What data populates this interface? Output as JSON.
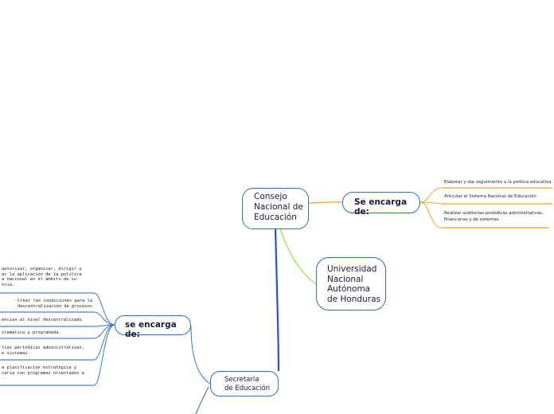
{
  "consejo": {
    "line1": "Consejo",
    "line2": "Nacional de",
    "line3": "Educación"
  },
  "encargo_right": {
    "label": "Se encarga de:"
  },
  "right_items": [
    {
      "line1": "Elaborar y dar seguimiento a la política educativa",
      "line2": ""
    },
    {
      "line1": "Articular el Sistema Nacional de Educación",
      "line2": ""
    },
    {
      "line1": "Realizar auditorías periódicas administrativas,",
      "line2": "financieras y de sistemas."
    }
  ],
  "unah": {
    "line1": "Universidad",
    "line2": "Nacional",
    "line3": "Autónoma",
    "line4": "de Honduras"
  },
  "encargo_left": {
    "label": "se encarga de:"
  },
  "secretaria": {
    "line1": "Secretaría",
    "line2": "de Educación"
  },
  "left_items": [
    {
      "line1": "autorizar, organizar, dirigir y",
      "line2": "ar la aplicación de la política",
      "line3": "a nacional en el ámbito de su",
      "line4": "ncia."
    },
    {
      "line1": "Crear las condiciones para la",
      "line2": "descentralización de procesos"
    },
    {
      "line1": "encias al nivel descentralizado"
    },
    {
      "line1": "stemática y programada."
    },
    {
      "line1": "rias periódicas administrativas,",
      "line2": "e sistemas."
    },
    {
      "line1": "a planificación estratégica y",
      "line2": "caria con programas orientados a",
      "line3": "."
    }
  ],
  "colors": {
    "blue": "#1f56c9",
    "orange": "#f7a02c",
    "green": "#8ee84a",
    "node_border": "#2f6fb1",
    "leaf_line": "#3a74bf"
  }
}
